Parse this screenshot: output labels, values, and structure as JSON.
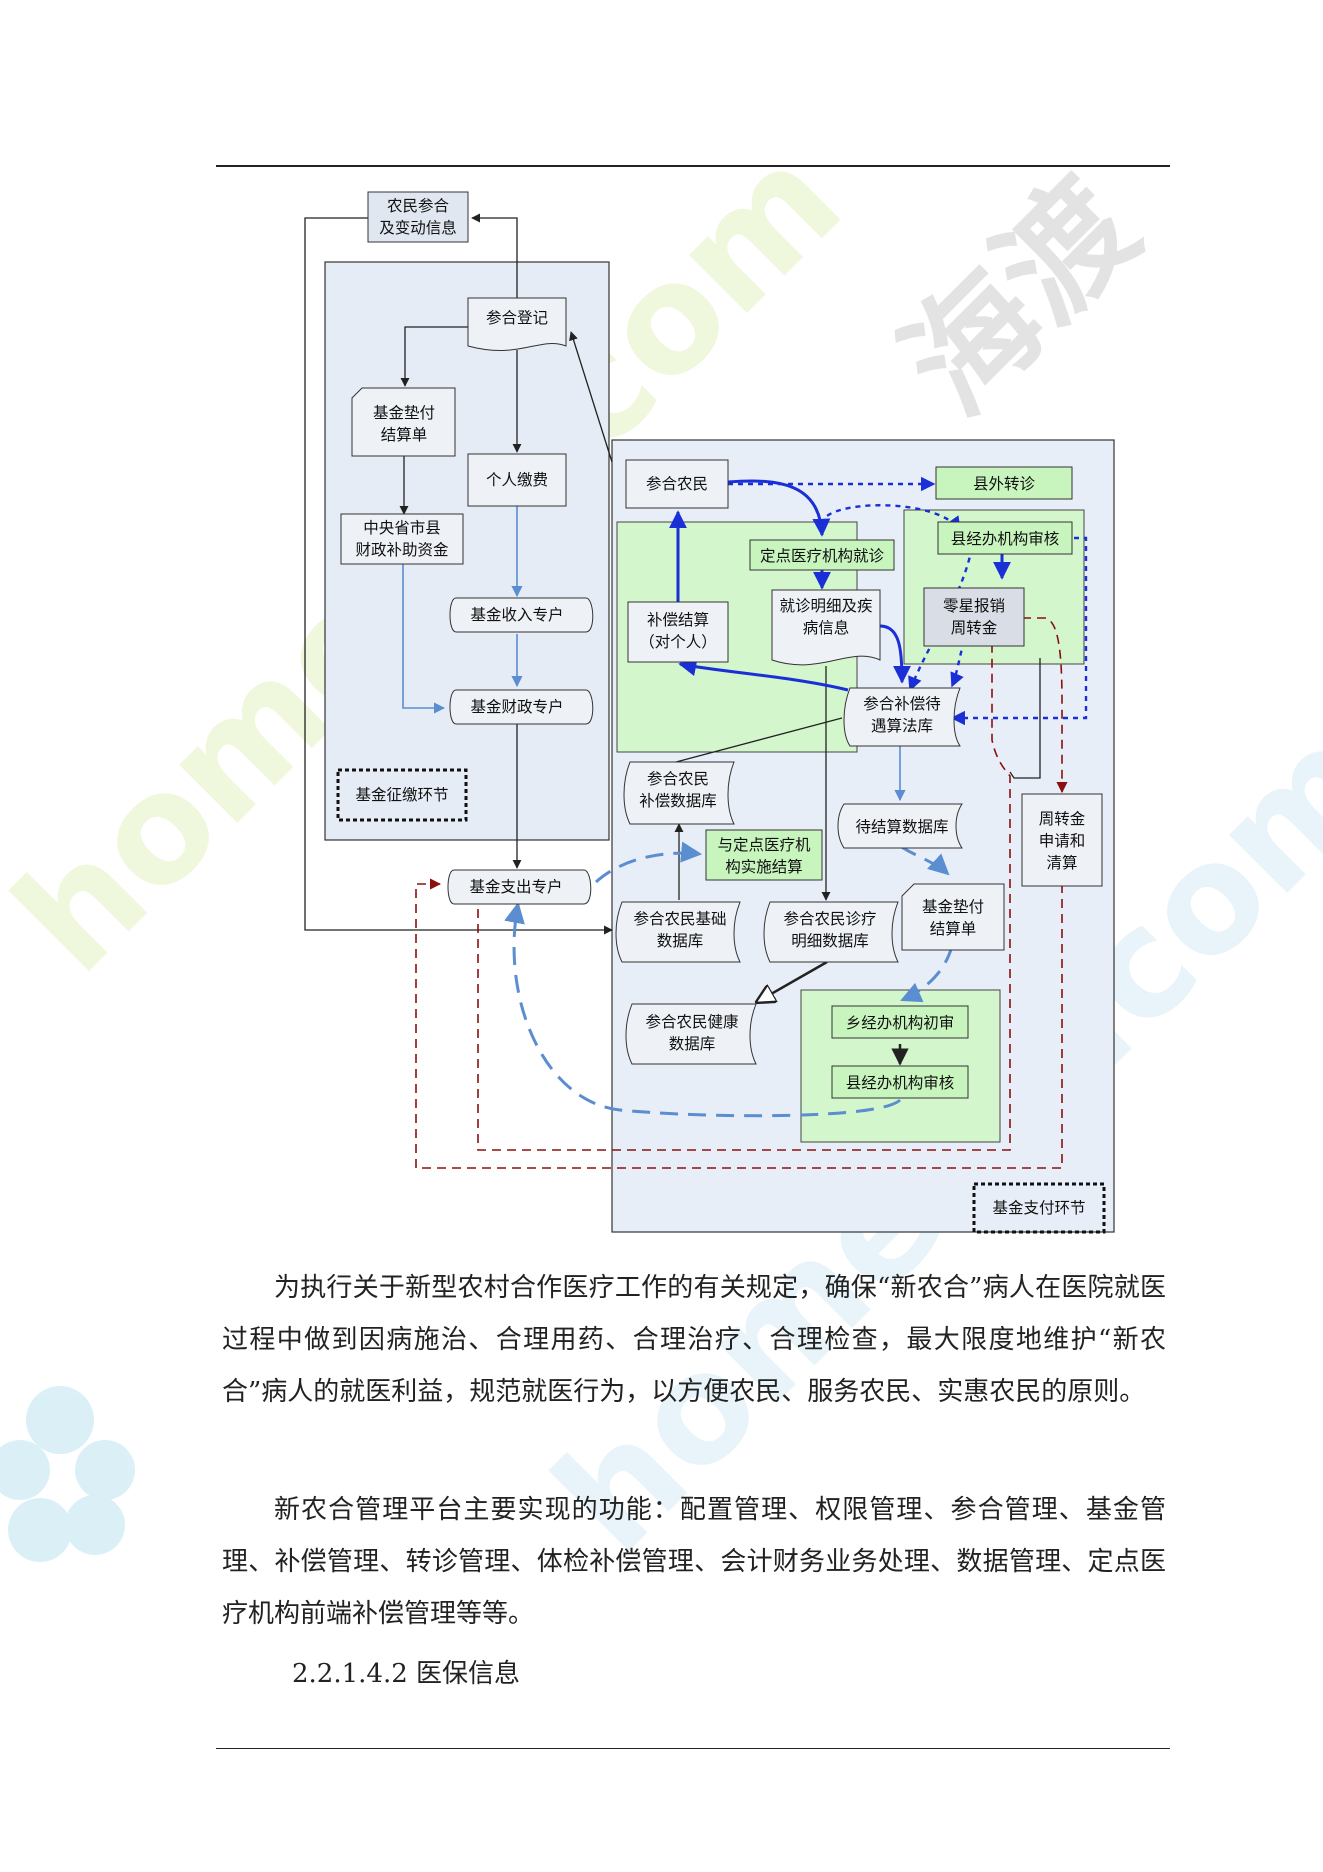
{
  "diagram": {
    "nodes": {
      "farmer_change_info": [
        "农民参合",
        "及变动信息"
      ],
      "enroll_register": [
        "参合登记"
      ],
      "fund_advance_statement_left": [
        "基金垫付",
        "结算单"
      ],
      "personal_payment": [
        "个人缴费"
      ],
      "central_subsidy": [
        "中央省市县",
        "财政补助资金"
      ],
      "fund_income_account": [
        "基金收入专户"
      ],
      "fund_finance_account": [
        "基金财政专户"
      ],
      "collection_stage": [
        "基金征缴环节"
      ],
      "fund_expense_account": [
        "基金支出专户"
      ],
      "enrolled_farmer": [
        "参合农民"
      ],
      "outside_referral": [
        "县外转诊"
      ],
      "county_review_top": [
        "县经办机构审核"
      ],
      "designated_hospital_visit": [
        "定点医疗机构就诊"
      ],
      "compensation_settlement": [
        "补偿结算",
        "（对个人）"
      ],
      "visit_details": [
        "就诊明细及疾",
        "病信息"
      ],
      "petty_reimbursement": [
        "零星报销",
        "周转金"
      ],
      "compensation_rules": [
        "参合补偿待",
        "遇算法库"
      ],
      "farmer_compensation_db": [
        "参合农民",
        "补偿数据库"
      ],
      "hospital_settlement": [
        "与定点医疗机",
        "构实施结算"
      ],
      "pending_settlement_db": [
        "待结算数据库"
      ],
      "revolving_fund": [
        "周转金",
        "申请和",
        "清算"
      ],
      "farmer_base_db": [
        "参合农民基础",
        "数据库"
      ],
      "farmer_medical_db": [
        "参合农民诊疗",
        "明细数据库"
      ],
      "fund_advance_statement_right": [
        "基金垫付",
        "结算单"
      ],
      "farmer_health_db": [
        "参合农民健康",
        "数据库"
      ],
      "township_initial_review": [
        "乡经办机构初审"
      ],
      "county_review_bottom": [
        "县经办机构审核"
      ],
      "payment_stage": [
        "基金支付环节"
      ]
    }
  },
  "body": {
    "para1": "为执行关于新型农村合作医疗工作的有关规定，确保“新农合”病人在医院就医过程中做到因病施治、合理用药、合理治疗、合理检查，最大限度地维护“新农合”病人的就医利益，规范就医行为，以方便农民、服务农民、实惠农民的原则。",
    "para2": "新农合管理平台主要实现的功能：配置管理、权限管理、参合管理、基金管理、补偿管理、转诊管理、体检补偿管理、会计财务业务处理、数据管理、定点医疗机构前端补偿管理等等。",
    "heading": "2.2.1.4.2 医保信息"
  },
  "watermark": {
    "text_diagonal_1": "homedu.com",
    "text_diagonal_2": "homedu.com",
    "text_cn": "海渡",
    "colors": {
      "green": "#e6f2c8",
      "blue": "#cfe7f5",
      "grey": "#d6d6d6"
    }
  },
  "colors": {
    "left_panel": "#e6ecf5",
    "right_panel": "#e8eef7",
    "green_zone": "#d3f6cc",
    "green_box": "#c8f5be",
    "blue_arrow": "#1a2fd6",
    "light_blue_arrow": "#5a8ed0",
    "dark_red": "#8a1010"
  }
}
